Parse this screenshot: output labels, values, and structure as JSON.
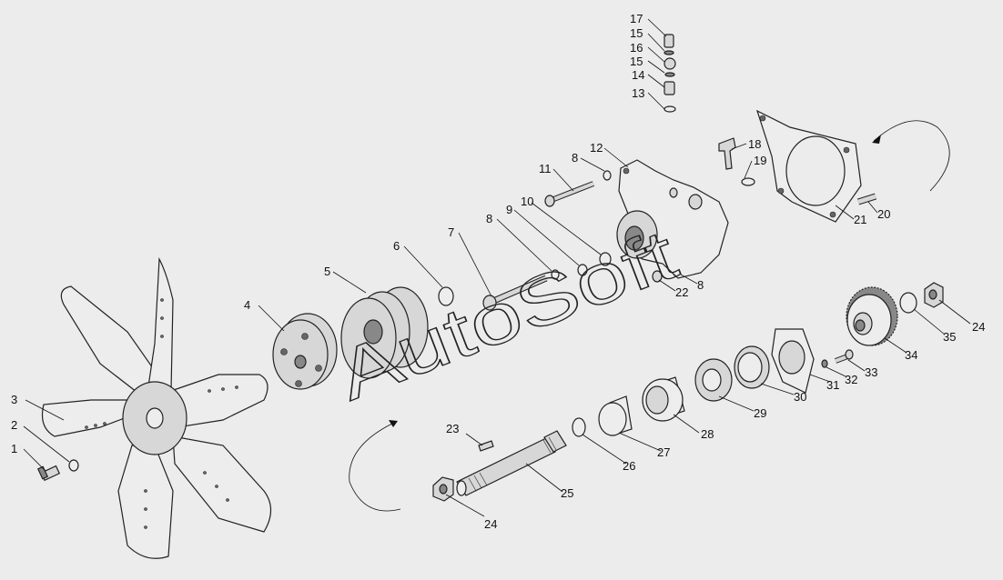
{
  "watermark": "AutoSoft",
  "callouts": [
    {
      "id": "c1",
      "label": "1"
    },
    {
      "id": "c2",
      "label": "2"
    },
    {
      "id": "c3",
      "label": "3"
    },
    {
      "id": "c4",
      "label": "4"
    },
    {
      "id": "c5",
      "label": "5"
    },
    {
      "id": "c6",
      "label": "6"
    },
    {
      "id": "c7",
      "label": "7"
    },
    {
      "id": "c8a",
      "label": "8"
    },
    {
      "id": "c8b",
      "label": "8"
    },
    {
      "id": "c8c",
      "label": "8"
    },
    {
      "id": "c9",
      "label": "9"
    },
    {
      "id": "c10",
      "label": "10"
    },
    {
      "id": "c11",
      "label": "11"
    },
    {
      "id": "c12",
      "label": "12"
    },
    {
      "id": "c13",
      "label": "13"
    },
    {
      "id": "c14",
      "label": "14"
    },
    {
      "id": "c15a",
      "label": "15"
    },
    {
      "id": "c15b",
      "label": "15"
    },
    {
      "id": "c16",
      "label": "16"
    },
    {
      "id": "c17",
      "label": "17"
    },
    {
      "id": "c18",
      "label": "18"
    },
    {
      "id": "c19",
      "label": "19"
    },
    {
      "id": "c20",
      "label": "20"
    },
    {
      "id": "c21",
      "label": "21"
    },
    {
      "id": "c22",
      "label": "22"
    },
    {
      "id": "c23",
      "label": "23"
    },
    {
      "id": "c24a",
      "label": "24"
    },
    {
      "id": "c24b",
      "label": "24"
    },
    {
      "id": "c25",
      "label": "25"
    },
    {
      "id": "c26",
      "label": "26"
    },
    {
      "id": "c27",
      "label": "27"
    },
    {
      "id": "c28",
      "label": "28"
    },
    {
      "id": "c29",
      "label": "29"
    },
    {
      "id": "c30",
      "label": "30"
    },
    {
      "id": "c31",
      "label": "31"
    },
    {
      "id": "c32",
      "label": "32"
    },
    {
      "id": "c33",
      "label": "33"
    },
    {
      "id": "c34",
      "label": "34"
    },
    {
      "id": "c35",
      "label": "35"
    }
  ]
}
